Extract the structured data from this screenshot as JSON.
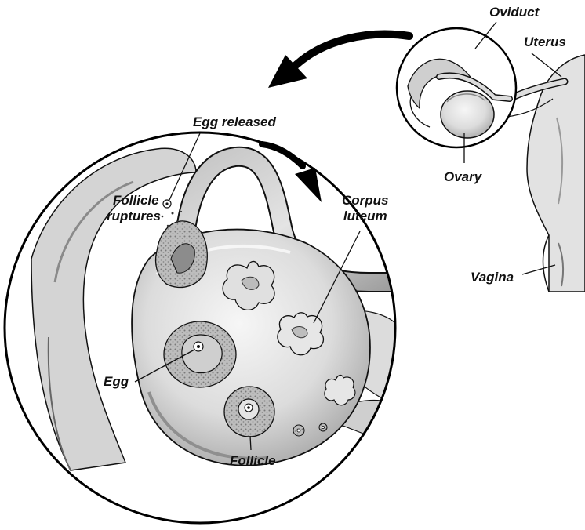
{
  "labels": {
    "oviduct": "Oviduct",
    "uterus": "Uterus",
    "ovary": "Ovary",
    "vagina": "Vagina",
    "egg_released": "Egg released",
    "follicle_ruptures_line1": "Follicle",
    "follicle_ruptures_line2": "ruptures",
    "corpus_luteum_line1": "Corpus",
    "corpus_luteum_line2": "luteum",
    "egg": "Egg",
    "follicle": "Follicle"
  },
  "colors": {
    "line": "#111111",
    "tissue_light": "#e9e9e9",
    "tissue_mid": "#c8c8c8",
    "tissue_dark": "#9a9a9a",
    "arrow": "#000000"
  }
}
